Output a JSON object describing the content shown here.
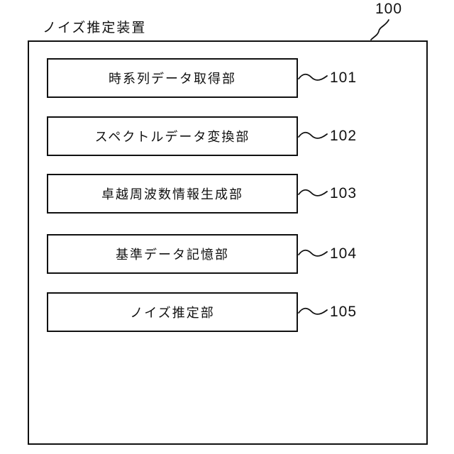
{
  "figure": {
    "title": "ノイズ推定装置",
    "device_reference": "100",
    "blocks": [
      {
        "label": "時系列データ取得部",
        "ref": "101"
      },
      {
        "label": "スペクトルデータ変換部",
        "ref": "102"
      },
      {
        "label": "卓越周波数情報生成部",
        "ref": "103"
      },
      {
        "label": "基準データ記憶部",
        "ref": "104"
      },
      {
        "label": "ノイズ推定部",
        "ref": "105"
      }
    ],
    "colors": {
      "line": "#111111",
      "background": "#ffffff"
    }
  }
}
